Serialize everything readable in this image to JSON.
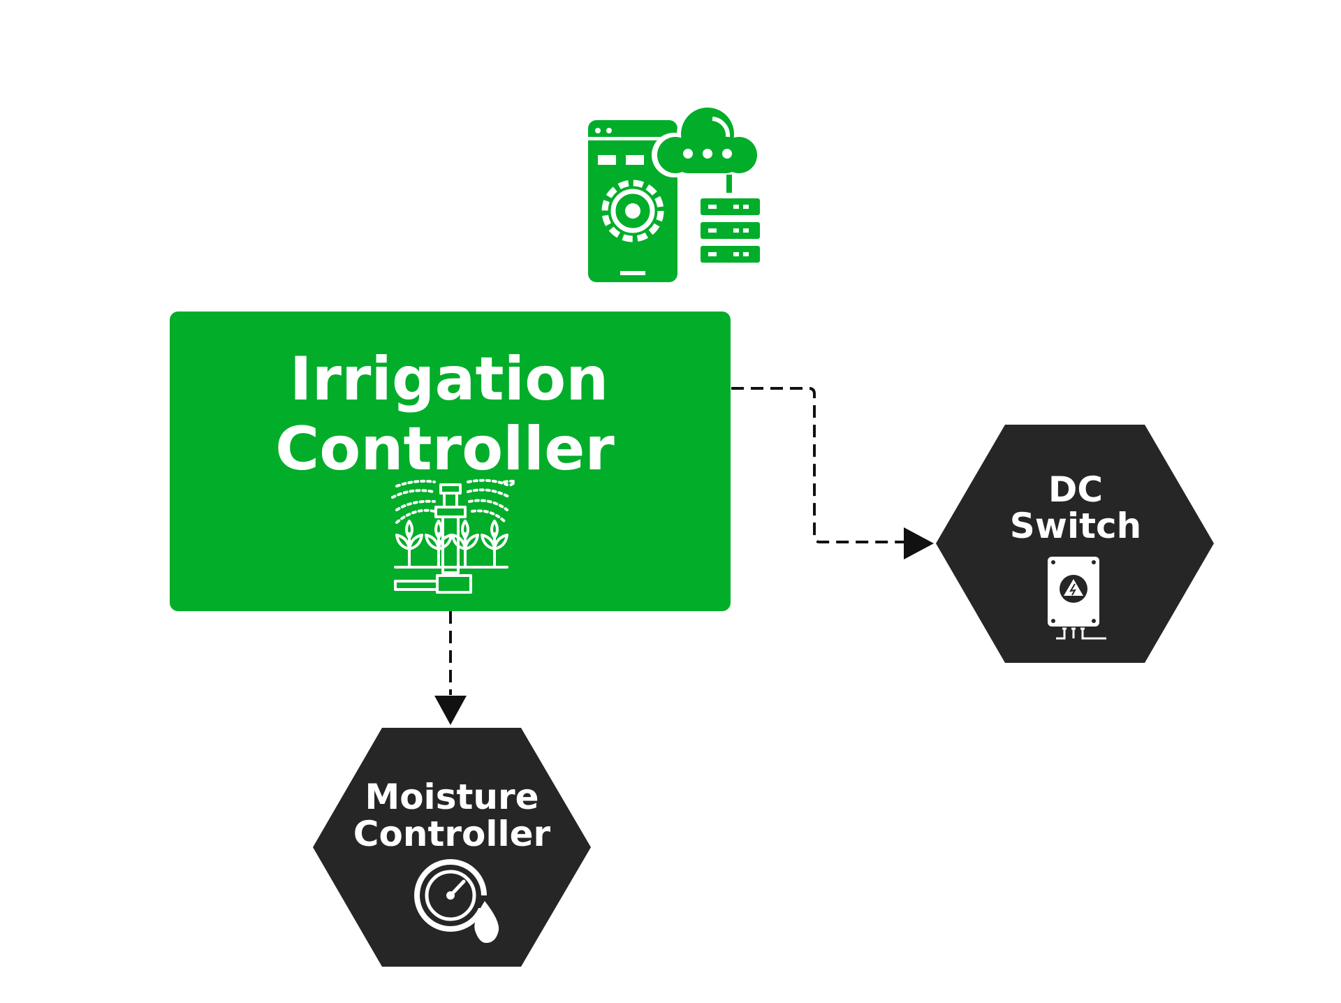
{
  "colors": {
    "green": "#02AD2A",
    "dark": "#262626",
    "white": "#FFFFFF",
    "connector": "#111111"
  },
  "header_icon": {
    "name": "smartphone-cloud-server-icon"
  },
  "nodes": {
    "irrigation_controller": {
      "label_line1": "Irrigation",
      "label_line2": "Controller",
      "icon": "sprinkler-plants-icon"
    },
    "dc_switch": {
      "label_line1": "DC",
      "label_line2": "Switch",
      "icon": "electrical-box-icon"
    },
    "moisture_controller": {
      "label_line1": "Moisture",
      "label_line2": "Controller",
      "icon": "moisture-gauge-drop-icon"
    }
  },
  "edges": [
    {
      "from": "irrigation_controller",
      "to": "dc_switch",
      "style": "dashed",
      "arrow": "end"
    },
    {
      "from": "irrigation_controller",
      "to": "moisture_controller",
      "style": "dashed",
      "arrow": "end"
    }
  ]
}
